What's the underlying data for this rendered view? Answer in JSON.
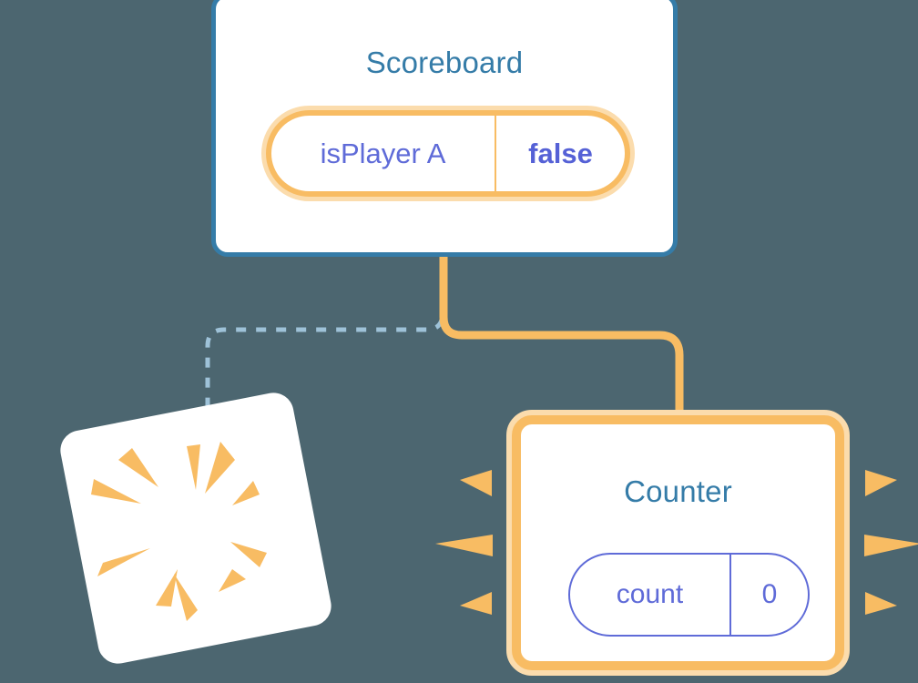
{
  "theme": {
    "background": "#4c6670",
    "card_white": "#ffffff",
    "blue_border": "#357ca8",
    "title_blue": "#357ca8",
    "orange_border": "#f8bc63",
    "orange_halo": "#fbdcad",
    "ray_orange": "#f8bc63",
    "indigo_text": "#5f6bd8",
    "indigo_bold": "#5561d6",
    "dashed_blue": "#9ec2d8"
  },
  "diagram": {
    "type": "state-flow-diagram",
    "nodes": [
      {
        "id": "scoreboard",
        "title": "Scoreboard",
        "border_style": "solid-blue",
        "highlighted": true,
        "sparkles": 2,
        "state": [
          {
            "key": "isPlayer A",
            "value": "false",
            "value_bold": true
          }
        ]
      },
      {
        "id": "burst-card",
        "title": "",
        "border_style": "none",
        "highlighted": false,
        "rotated": true,
        "burst_rays": 10,
        "state": []
      },
      {
        "id": "counter",
        "title": "Counter",
        "border_style": "solid-orange",
        "highlighted": true,
        "burst_rays": 6,
        "state": [
          {
            "key": "count",
            "value": "0",
            "value_bold": false
          }
        ]
      }
    ],
    "connectors": [
      {
        "id": "scoreboard-to-counter",
        "style": "solid",
        "color": "#f8bc63",
        "from": "scoreboard",
        "to": "counter"
      },
      {
        "id": "scoreboard-to-burst-card",
        "style": "dashed",
        "color": "#9ec2d8",
        "from": "scoreboard",
        "to": "burst-card"
      }
    ]
  },
  "scoreboard": {
    "title": "Scoreboard",
    "row": {
      "key": "isPlayer A",
      "value": "false"
    }
  },
  "counter": {
    "title": "Counter",
    "row": {
      "key": "count",
      "value": "0"
    }
  }
}
